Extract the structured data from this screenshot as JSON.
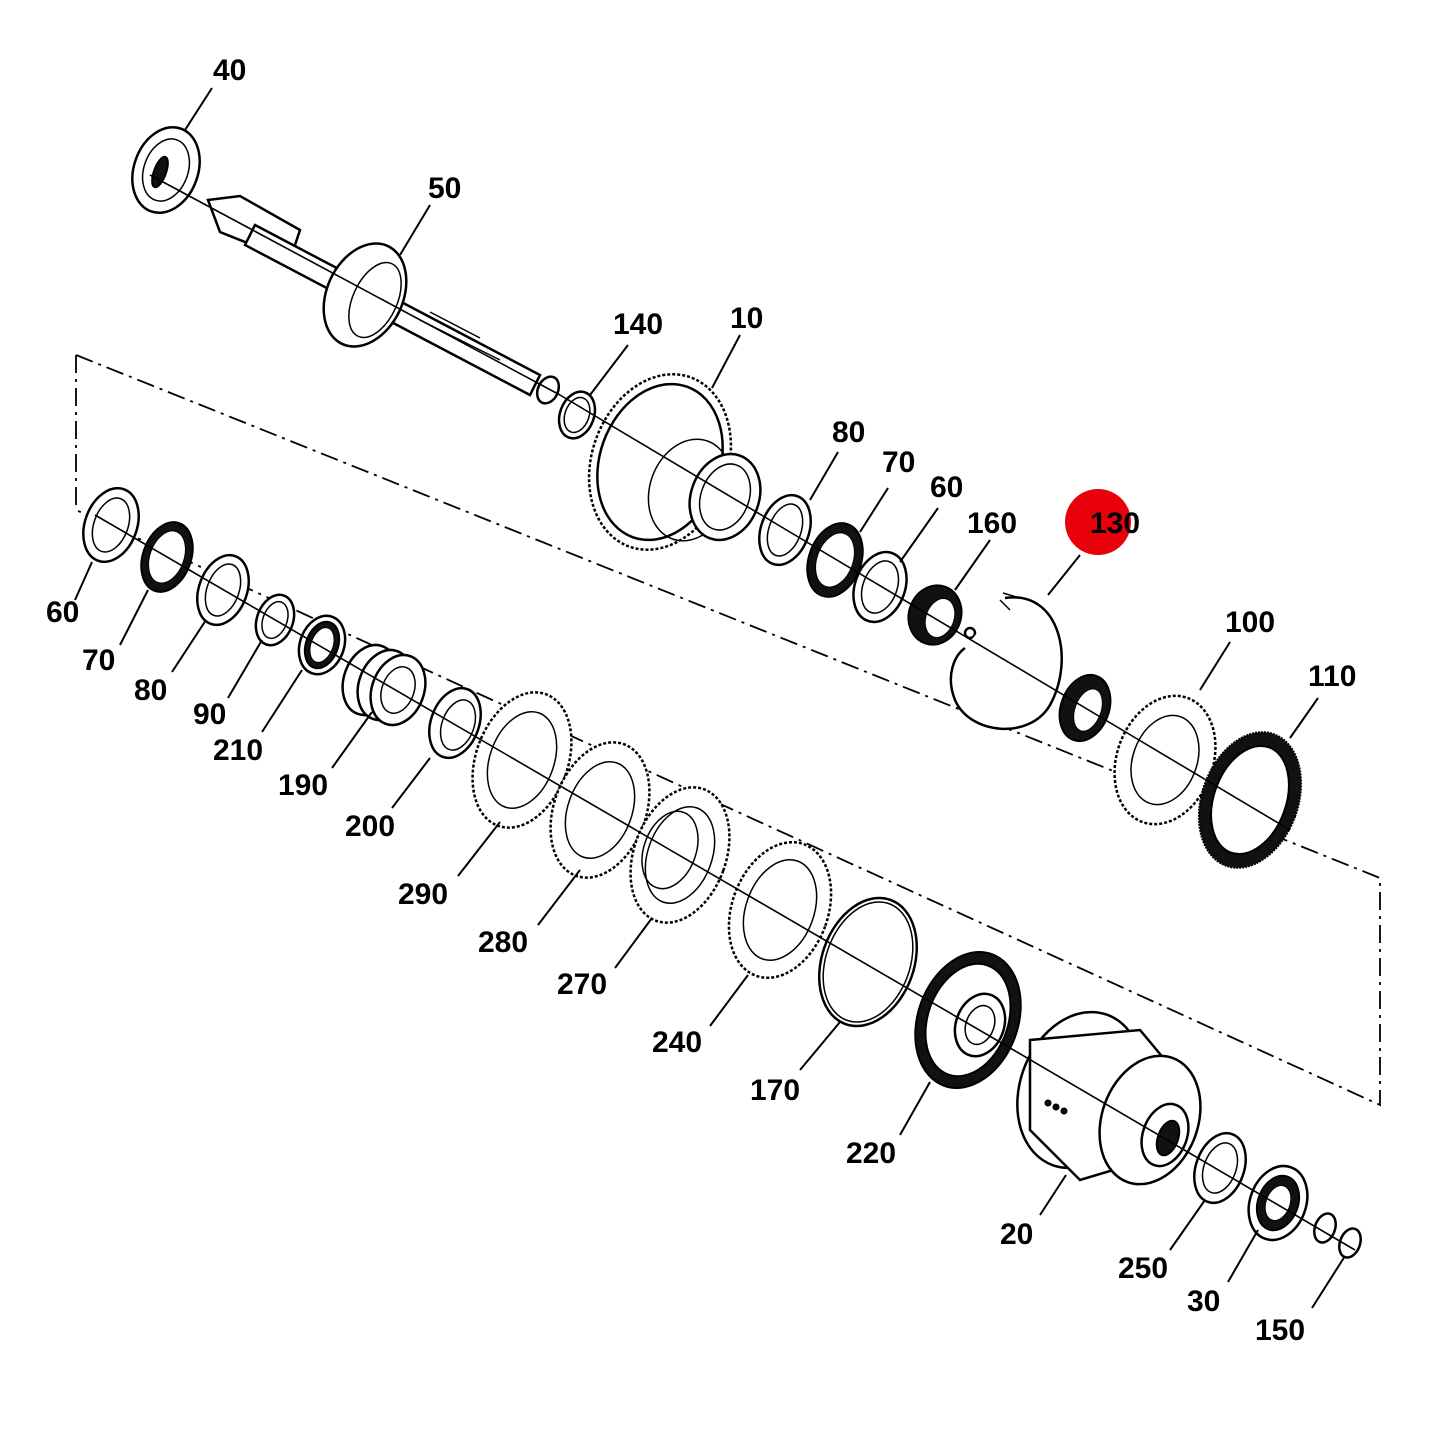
{
  "diagram": {
    "highlight_color": "#e8000b",
    "callouts": [
      {
        "id": "40",
        "text": "40"
      },
      {
        "id": "50",
        "text": "50"
      },
      {
        "id": "140",
        "text": "140"
      },
      {
        "id": "10",
        "text": "10"
      },
      {
        "id": "80a",
        "text": "80"
      },
      {
        "id": "70a",
        "text": "70"
      },
      {
        "id": "60a",
        "text": "60"
      },
      {
        "id": "160",
        "text": "160"
      },
      {
        "id": "130",
        "text": "130",
        "highlighted": true
      },
      {
        "id": "100",
        "text": "100"
      },
      {
        "id": "110",
        "text": "110"
      },
      {
        "id": "60b",
        "text": "60"
      },
      {
        "id": "70b",
        "text": "70"
      },
      {
        "id": "80b",
        "text": "80"
      },
      {
        "id": "90",
        "text": "90"
      },
      {
        "id": "210",
        "text": "210"
      },
      {
        "id": "190",
        "text": "190"
      },
      {
        "id": "200",
        "text": "200"
      },
      {
        "id": "290",
        "text": "290"
      },
      {
        "id": "280",
        "text": "280"
      },
      {
        "id": "270",
        "text": "270"
      },
      {
        "id": "240",
        "text": "240"
      },
      {
        "id": "170",
        "text": "170"
      },
      {
        "id": "220",
        "text": "220"
      },
      {
        "id": "20",
        "text": "20"
      },
      {
        "id": "250",
        "text": "250"
      },
      {
        "id": "30",
        "text": "30"
      },
      {
        "id": "150",
        "text": "150"
      }
    ]
  }
}
